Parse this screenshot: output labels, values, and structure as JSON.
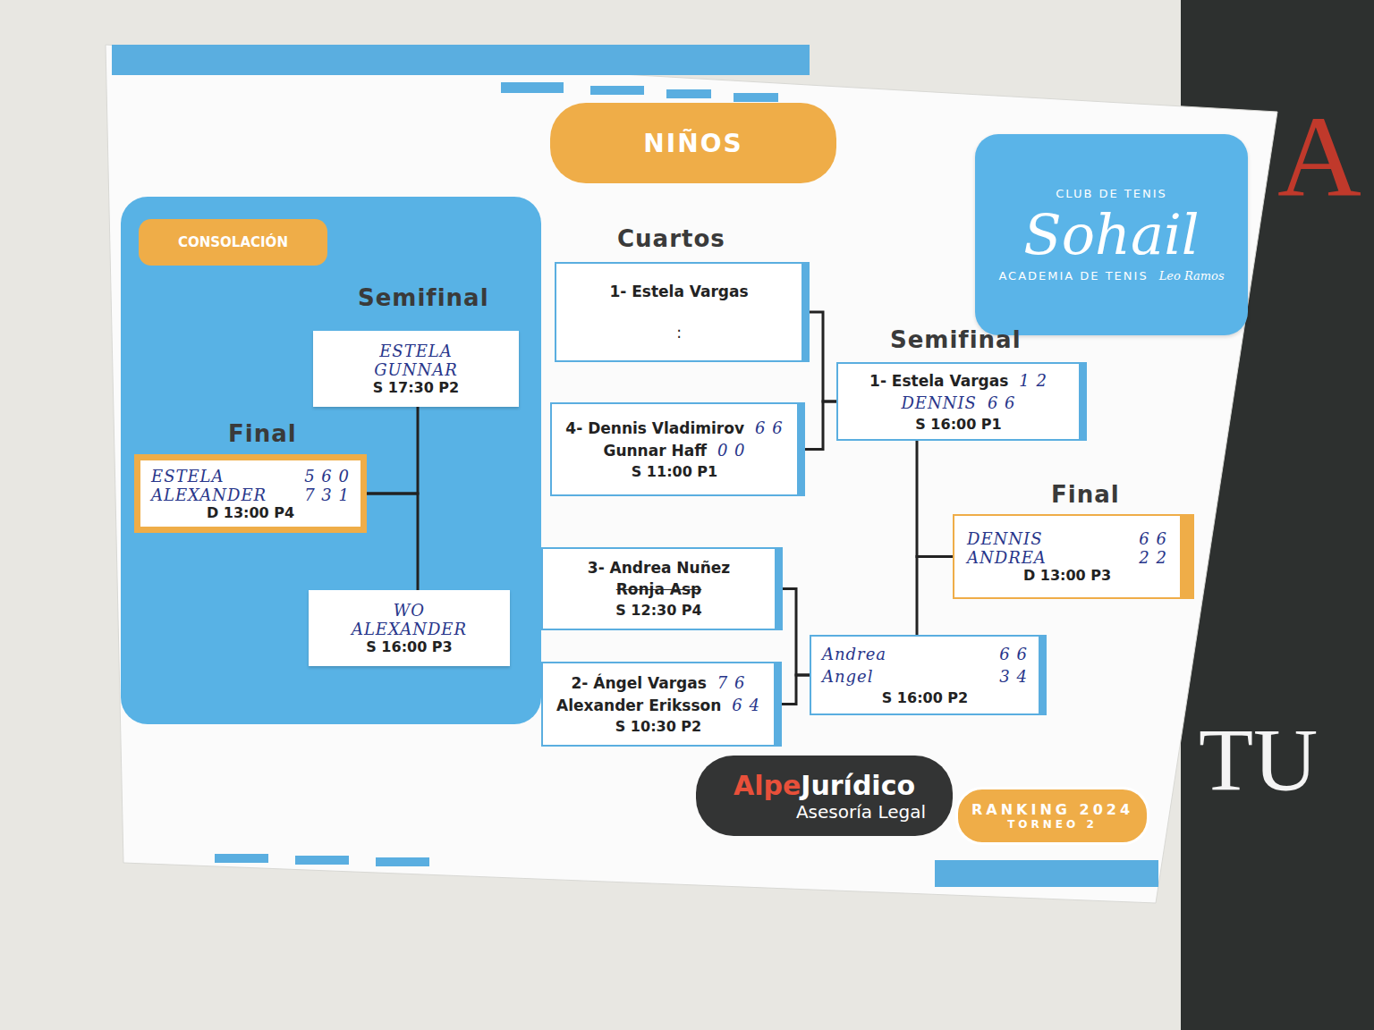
{
  "diagram": {
    "title": "NIÑOS",
    "nodes": [
      {
        "text": [
          "CLUB DE TENIS",
          "Sohail",
          "ACADEMIA DE TENIS",
          "Leo Ramos"
        ]
      },
      {
        "text": [
          "CONSOLACIÓN"
        ]
      },
      {
        "text": [
          "ESTELA",
          "GUNNAR",
          "S 17:30 P2"
        ],
        "in": 1
      },
      {
        "text": [
          "ESTELA",
          "5 6 0",
          "ALEXANDER",
          "7 3 1",
          "D 13:00 P4"
        ],
        "in": 1
      },
      {
        "text": [
          "WO",
          "ALEXANDER",
          "S 16:00 P3"
        ],
        "in": 1
      },
      {
        "text": [
          "1- Estela Vargas",
          ":"
        ]
      },
      {
        "text": [
          "4- Dennis Vladimirov",
          "6 6",
          "Gunnar Haff",
          "0 0",
          "S 11:00 P1"
        ]
      },
      {
        "text": [
          "3- Andrea Nuñez",
          "Ronja Asp",
          "S 12:30 P4"
        ]
      },
      {
        "text": [
          "2- Ángel Vargas",
          "7 6",
          "Alexander Eriksson",
          "6 4",
          "S 10:30 P2"
        ]
      },
      {
        "text": [
          "1- Estela Vargas",
          "1 2",
          "DENNIS",
          "6 6",
          "S 16:00 P1"
        ]
      },
      {
        "text": [
          "Andrea",
          "6 6",
          "Angel",
          "3 4",
          "S 16:00 P2"
        ]
      },
      {
        "text": [
          "DENNIS",
          "6 6",
          "ANDREA",
          "2 2",
          "D 13:00 P3"
        ]
      },
      {
        "text": [
          "Alpe",
          "Jurídico",
          "Asesoría Legal"
        ]
      },
      {
        "text": [
          "RANKING 2024",
          "TORNEO 2"
        ]
      }
    ],
    "edges": [
      {
        "from": 2,
        "to": 3,
        "arrow": "none"
      },
      {
        "from": 4,
        "to": 3,
        "arrow": "none"
      },
      {
        "from": 5,
        "to": 9,
        "arrow": "none"
      },
      {
        "from": 6,
        "to": 9,
        "arrow": "none"
      },
      {
        "from": 7,
        "to": 10,
        "arrow": "none"
      },
      {
        "from": 8,
        "to": 10,
        "arrow": "none"
      },
      {
        "from": 9,
        "to": 11,
        "arrow": "none"
      },
      {
        "from": 10,
        "to": 11,
        "arrow": "none"
      }
    ],
    "labels": [
      "Semifinal",
      "Final",
      "Cuartos",
      "Semifinal",
      "Final",
      "A",
      "TU"
    ]
  }
}
